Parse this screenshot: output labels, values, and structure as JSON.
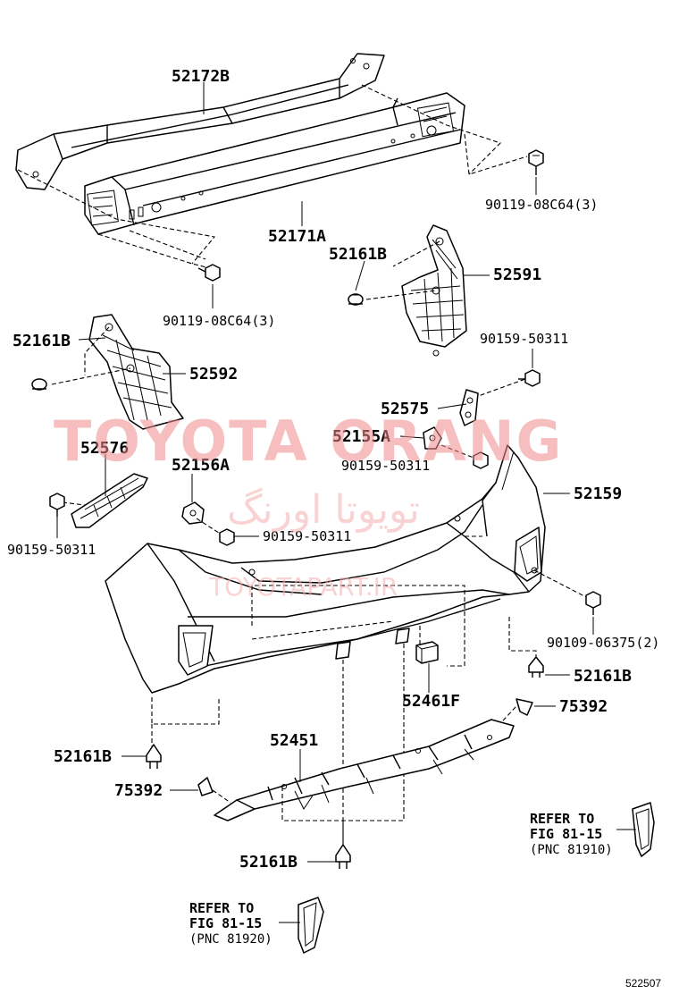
{
  "watermark": {
    "brand": "TOYOTA ORANG",
    "persian": "تویوتا اورنگ",
    "site": "TOYOTAPART.IR",
    "color": "#f08a8a"
  },
  "figure_code": "522507",
  "labels": {
    "p52172B": "52172B",
    "p52171A": "52171A",
    "f90119_top": "90119-08C64(3)",
    "f90119_mid": "90119-08C64(3)",
    "p52161B_upper": "52161B",
    "p52591": "52591",
    "p52161B_left": "52161B",
    "p52592": "52592",
    "f90159_right": "90159-50311",
    "p52575": "52575",
    "p52155A": "52155A",
    "f90159_center": "90159-50311",
    "p52576": "52576",
    "p52156A": "52156A",
    "p52159": "52159",
    "f90159_mid": "90159-50311",
    "f90159_left": "90159-50311",
    "f90109": "90109-06375(2)",
    "p52161B_right": "52161B",
    "p52461F": "52461F",
    "p75392_right": "75392",
    "p52451": "52451",
    "p52161B_lower_left": "52161B",
    "p75392_left": "75392",
    "p52161B_bottom": "52161B"
  },
  "refer_right": {
    "line1": "REFER TO",
    "line2": "FIG 81-15",
    "line3": "(PNC 81910)"
  },
  "refer_left": {
    "line1": "REFER TO",
    "line2": "FIG 81-15",
    "line3": "(PNC 81920)"
  }
}
